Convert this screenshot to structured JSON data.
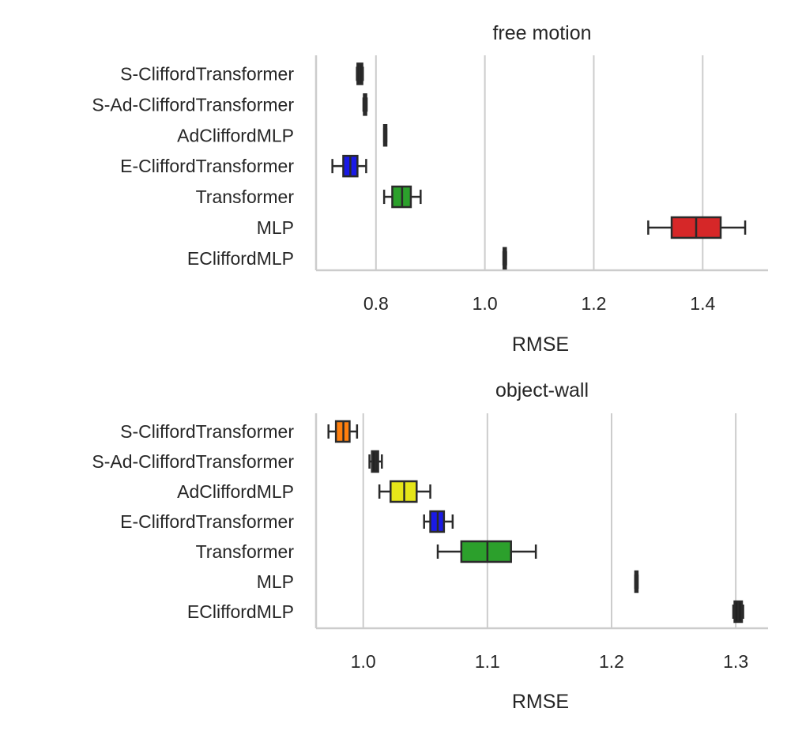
{
  "chart_data": [
    {
      "type": "box",
      "title": "free motion",
      "xlabel": "RMSE",
      "xlim": [
        0.69,
        1.52
      ],
      "xticks": [
        "0.8",
        "1.0",
        "1.2",
        "1.4"
      ],
      "xtick_values": [
        0.8,
        1.0,
        1.2,
        1.4
      ],
      "grid": "vertical",
      "categories": [
        "S-CliffordTransformer",
        "S-Ad-CliffordTransformer",
        "AdCliffordMLP",
        "E-CliffordTransformer",
        "Transformer",
        "MLP",
        "ECliffordMLP"
      ],
      "boxes": [
        {
          "whislo": 0.765,
          "q1": 0.766,
          "med": 0.77,
          "q3": 0.775,
          "whishi": 0.776,
          "color": "#222222"
        },
        {
          "whislo": 0.777,
          "q1": 0.778,
          "med": 0.779,
          "q3": 0.782,
          "whishi": 0.783,
          "color": "#222222"
        },
        {
          "whislo": 0.815,
          "q1": 0.816,
          "med": 0.817,
          "q3": 0.818,
          "whishi": 0.819,
          "color": "#222222"
        },
        {
          "whislo": 0.72,
          "q1": 0.74,
          "med": 0.753,
          "q3": 0.766,
          "whishi": 0.782,
          "color": "#1a1ae6"
        },
        {
          "whislo": 0.815,
          "q1": 0.83,
          "med": 0.848,
          "q3": 0.864,
          "whishi": 0.882,
          "color": "#2ca02c"
        },
        {
          "whislo": 1.3,
          "q1": 1.343,
          "med": 1.388,
          "q3": 1.433,
          "whishi": 1.478,
          "color": "#d62728"
        },
        {
          "whislo": 1.034,
          "q1": 1.035,
          "med": 1.036,
          "q3": 1.038,
          "whishi": 1.039,
          "color": "#222222"
        }
      ]
    },
    {
      "type": "box",
      "title": "object-wall",
      "xlabel": "RMSE",
      "xlim": [
        0.962,
        1.326
      ],
      "xticks": [
        "1.0",
        "1.1",
        "1.2",
        "1.3"
      ],
      "xtick_values": [
        1.0,
        1.1,
        1.2,
        1.3
      ],
      "grid": "vertical",
      "categories": [
        "S-CliffordTransformer",
        "S-Ad-CliffordTransformer",
        "AdCliffordMLP",
        "E-CliffordTransformer",
        "Transformer",
        "MLP",
        "ECliffordMLP"
      ],
      "boxes": [
        {
          "whislo": 0.972,
          "q1": 0.978,
          "med": 0.984,
          "q3": 0.989,
          "whishi": 0.995,
          "color": "#ff7f0e"
        },
        {
          "whislo": 1.005,
          "q1": 1.007,
          "med": 1.01,
          "q3": 1.012,
          "whishi": 1.015,
          "color": "#222222"
        },
        {
          "whislo": 1.013,
          "q1": 1.022,
          "med": 1.033,
          "q3": 1.043,
          "whishi": 1.054,
          "color": "#e6e619"
        },
        {
          "whislo": 1.049,
          "q1": 1.054,
          "med": 1.06,
          "q3": 1.065,
          "whishi": 1.072,
          "color": "#1a1ae6"
        },
        {
          "whislo": 1.06,
          "q1": 1.079,
          "med": 1.1,
          "q3": 1.119,
          "whishi": 1.139,
          "color": "#2ca02c"
        },
        {
          "whislo": 1.219,
          "q1": 1.2195,
          "med": 1.22,
          "q3": 1.2205,
          "whishi": 1.221,
          "color": "#222222"
        },
        {
          "whislo": 1.298,
          "q1": 1.299,
          "med": 1.302,
          "q3": 1.305,
          "whishi": 1.306,
          "color": "#222222"
        }
      ]
    }
  ]
}
